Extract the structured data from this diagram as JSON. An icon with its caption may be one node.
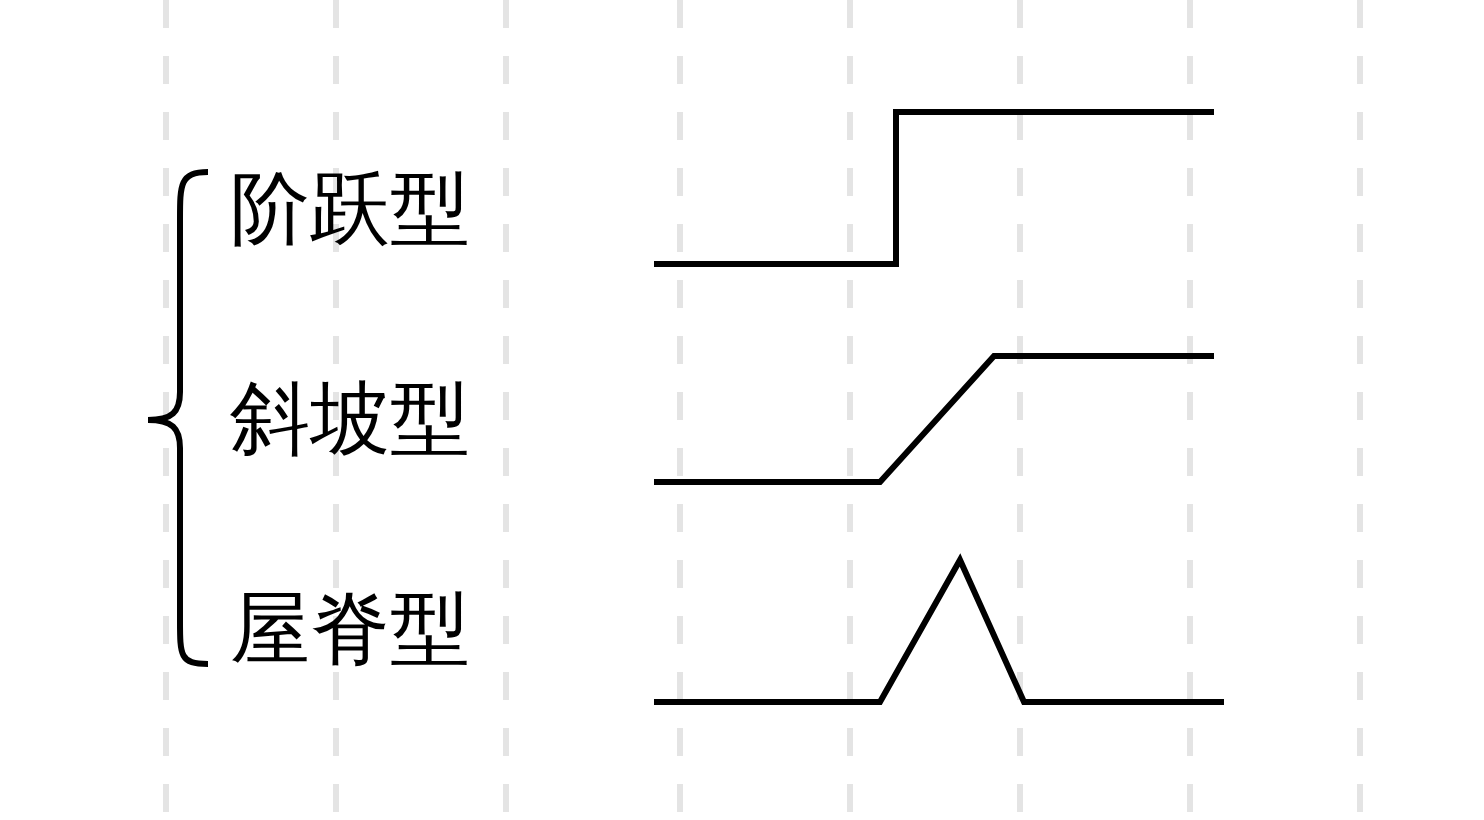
{
  "diagram": {
    "labels": [
      "阶跃型",
      "斜坡型",
      "屋脊型"
    ]
  }
}
